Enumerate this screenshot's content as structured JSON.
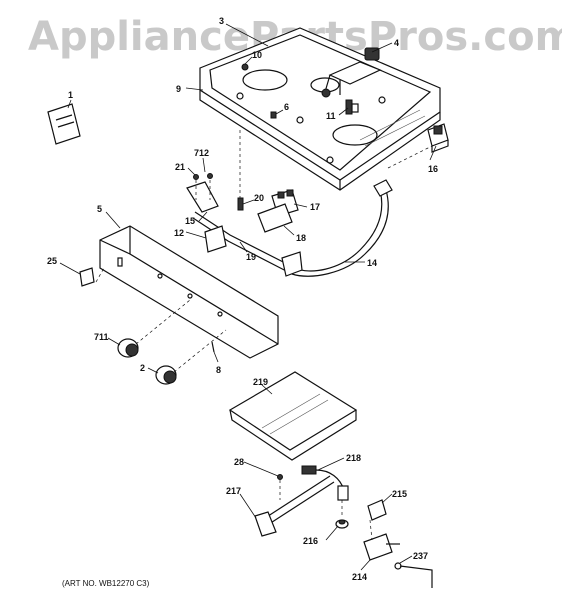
{
  "watermark": "AppliancePartsPros.com",
  "caption": "(ART NO. WB12270 C3)",
  "callouts": {
    "p1": "1",
    "p2": "2",
    "p3": "3",
    "p4": "4",
    "p5": "5",
    "p6": "6",
    "p8": "8",
    "p9": "9",
    "p10": "10",
    "p11": "11",
    "p12": "12",
    "p14": "14",
    "p15": "15",
    "p16": "16",
    "p17": "17",
    "p18": "18",
    "p19": "19",
    "p20": "20",
    "p21": "21",
    "p25": "25",
    "p28": "28",
    "p214": "214",
    "p215": "215",
    "p216": "216",
    "p217": "217",
    "p218": "218",
    "p219": "219",
    "p237": "237",
    "p711": "711",
    "p712": "712"
  }
}
